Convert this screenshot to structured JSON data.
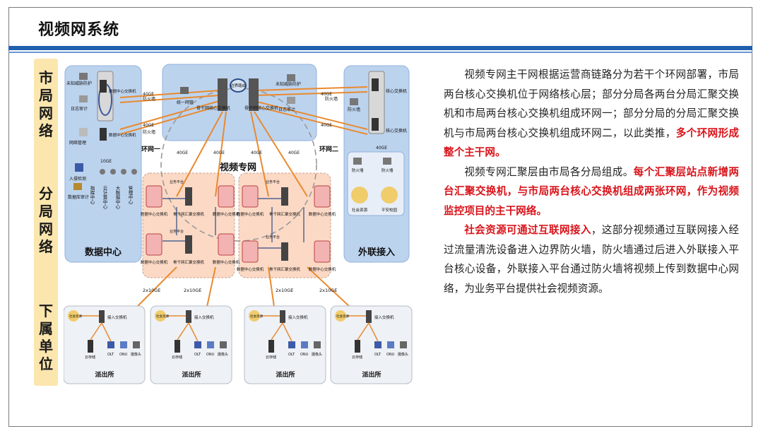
{
  "title": "视频网系统",
  "side_labels": {
    "city": [
      "市",
      "局",
      "网",
      "络"
    ],
    "branch": [
      "分",
      "局",
      "网",
      "络"
    ],
    "sub": [
      "下",
      "属",
      "单",
      "位"
    ]
  },
  "diagram": {
    "datacenter": {
      "title": "数据中心",
      "items": [
        "未知威胁防护",
        "日志审计",
        "网络管理",
        "入侵检测",
        "数据库审计",
        "数据中心交换机",
        "数据中心交换机",
        "10GE"
      ],
      "apps": [
        "指挥中心",
        "云计算中心",
        "大数据中心",
        "管理中心"
      ]
    },
    "backbone": {
      "title": "视频专网",
      "core": [
        "骨干网核心交换机",
        "骨干网核心交换机"
      ],
      "router": "边界路由",
      "terminal": "统一网管",
      "firewall": "防火墙",
      "threat": "未知威胁防护",
      "log": "日志审计",
      "ring1": "环网一",
      "ring2": "环网二",
      "link_40": "40GE"
    },
    "external": {
      "title": "外联接入",
      "core": "核心交换机",
      "firewall": "防火墙",
      "social": "社会资源",
      "campus": "平安校园",
      "link_40": "40GE"
    },
    "branch": {
      "dc_switch": "数据中心交换机",
      "agg_switch": "骨干网汇聚交换机",
      "platform": "业务平台"
    },
    "stations": {
      "title": "派出所",
      "social": "社会资源",
      "access": "接入交换机",
      "storage": "云存储",
      "olt": "OLT",
      "onu": "ONU",
      "camera": "摄像头",
      "link": "2x10GE"
    }
  },
  "paragraphs": [
    [
      {
        "text": "视频专网主干网根据运营商链路分为若干个环网部署，市局两台核心交换机位于网络核心层；部分分局各两台分局汇聚交换机和市局两台核心交换机组成环网一；部分分局的分局汇聚交换机与市局两台核心交换机组成环网二，以此类推，",
        "hl": false
      },
      {
        "text": "多个环网形成整个主干网。",
        "hl": true
      }
    ],
    [
      {
        "text": "视频专网汇聚层由市局各分局组成。",
        "hl": false
      },
      {
        "text": "每个汇聚层站点新增两台汇聚交换机，与市局两台核心交换机组成两张环网，作为视频监控项目的主干网络。",
        "hl": true
      }
    ],
    [
      {
        "text": "社会资源可通过互联网接入",
        "hl": true
      },
      {
        "text": "，这部分视频通过互联网接入经过流量清洗设备进入边界防火墙，防火墙通过后进入外联接入平台核心设备，外联接入平台通过防火墙将视频上传到数据中心网络，为业务平台提供社会视频资源。",
        "hl": false
      }
    ]
  ]
}
